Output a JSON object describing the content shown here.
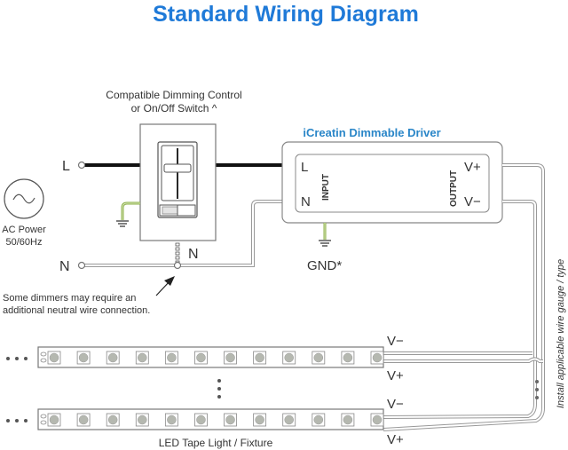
{
  "title": "Standard Wiring Diagram",
  "dimmer": {
    "label_line1": "Compatible Dimming Control",
    "label_line2": "or On/Off Switch ^"
  },
  "ac_power": {
    "label_line1": "AC Power",
    "label_line2": "50/60Hz",
    "line_label": "L",
    "neutral_label": "N"
  },
  "neutral_tap_label": "N",
  "note": {
    "line1": "Some dimmers may require an",
    "line2": "additional neutral wire connection."
  },
  "driver": {
    "title": "iCreatin Dimmable Driver",
    "input_label": "INPUT",
    "output_label": "OUTPUT",
    "in_l": "L",
    "in_n": "N",
    "out_pos": "V+",
    "out_neg": "V−",
    "ground_label": "GND*"
  },
  "strips": {
    "label": "LED Tape Light / Fixture",
    "strip1_neg": "V−",
    "strip1_pos": "V+",
    "strip2_neg": "V−",
    "strip2_pos": "V+",
    "leds_per_strip": 12
  },
  "wire_note": "Install applicable wire gauge / type",
  "colors": {
    "title": "#1f7ad8",
    "driver_title": "#2a86c8",
    "ground_wire": "#8db04a",
    "line_wire": "#111111",
    "neutral_wire": "#999999"
  }
}
